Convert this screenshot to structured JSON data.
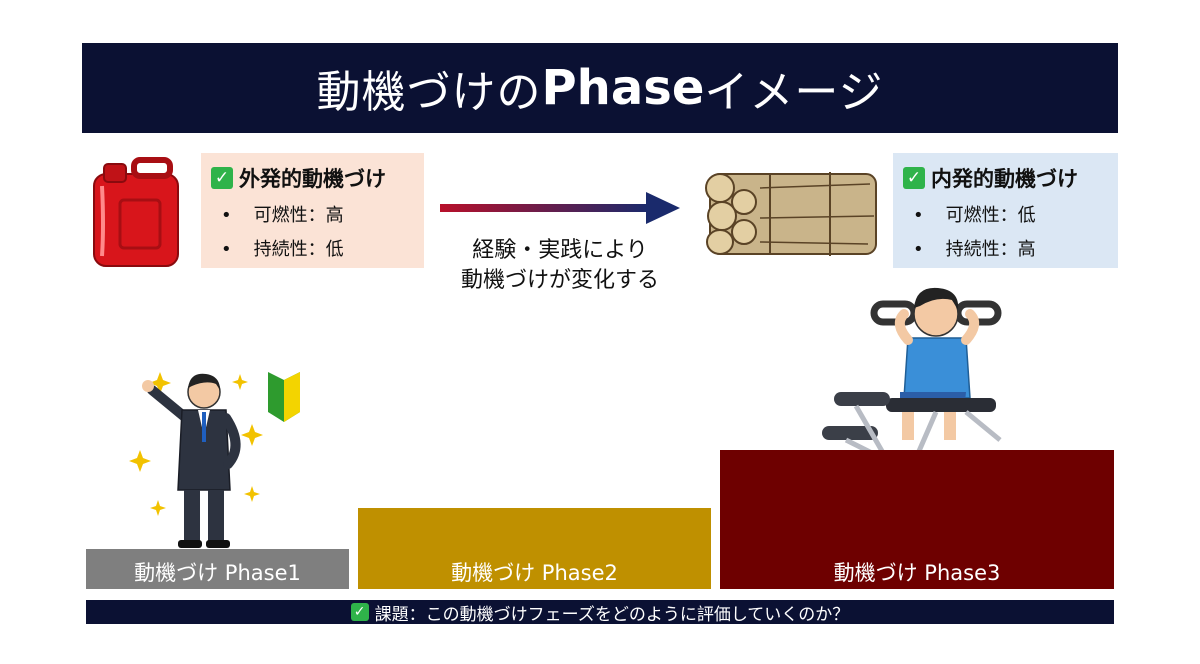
{
  "title": {
    "prefix": "動機づけの",
    "bold": "Phase",
    "suffix": "イメージ"
  },
  "extrinsic": {
    "heading": "外発的動機づけ",
    "items": [
      "可燃性：高",
      "持続性：低"
    ]
  },
  "intrinsic": {
    "heading": "内発的動機づけ",
    "items": [
      "可燃性：低",
      "持続性：高"
    ]
  },
  "arrow_caption": {
    "line1": "経験・実践により",
    "line2": "動機づけが変化する"
  },
  "phases": {
    "phase1": "動機づけ Phase1",
    "phase2": "動機づけ Phase2",
    "phase3": "動機づけ Phase3"
  },
  "task": "課題：この動機づけフェーズをどのように評価していくのか？",
  "icons": {
    "check": "✓",
    "fuel": "fuel-can-icon",
    "wood": "firewood-icon",
    "beginner": "beginner-businessman-icon",
    "training": "training-person-icon"
  },
  "colors": {
    "banner": "#0b1133",
    "phase1": "#7f7f7f",
    "phase2": "#bf9000",
    "phase3": "#6e0000",
    "extrinsic_bg": "#fbe3d6",
    "intrinsic_bg": "#dbe7f4"
  }
}
